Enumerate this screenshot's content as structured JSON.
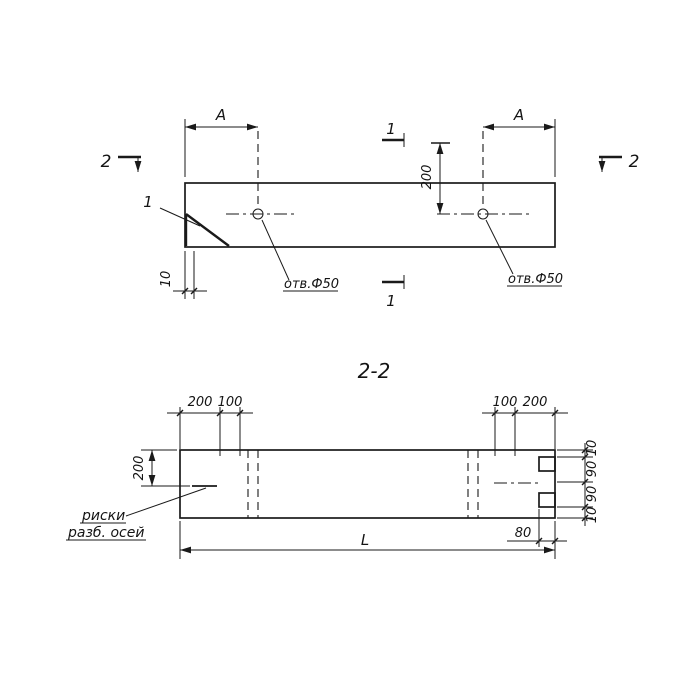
{
  "top_view": {
    "dim_a_left": "A",
    "dim_a_right": "A",
    "dim_200_vertical": "200",
    "dim_10": "10",
    "hole_label_left": "отв.Ф50",
    "hole_label_right": "отв.Ф50",
    "section_mark_1_top": "1",
    "section_mark_1_bottom": "1",
    "section_mark_2_left": "2",
    "section_mark_2_right": "2",
    "detail_mark": "1"
  },
  "section_view": {
    "title": "2-2",
    "top_dims_left": {
      "d200": "200",
      "d100": "100"
    },
    "top_dims_right": {
      "d100": "100",
      "d200": "200"
    },
    "dim_height_200": "200",
    "dim_length": "L",
    "dim_80": "80",
    "right_dims": {
      "d10_top": "10",
      "d90_top": "90",
      "d90_bottom": "90",
      "d10_bottom": "10"
    },
    "axes_label_line1": "риски",
    "axes_label_line2": "разб. осей"
  }
}
